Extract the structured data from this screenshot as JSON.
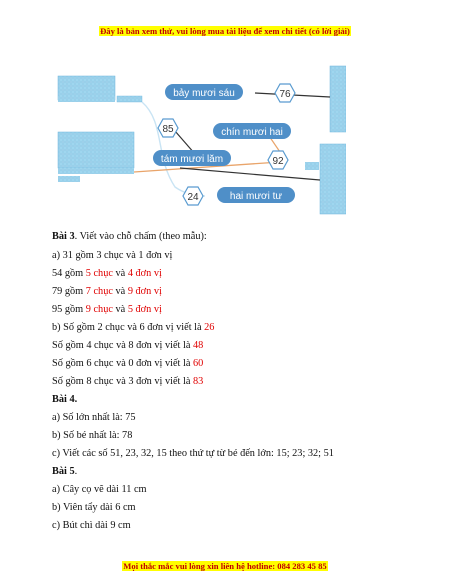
{
  "banners": {
    "top": "Đây là bản xem thử, vui lòng mua tài liệu để xem chi tiết (có lời giải)",
    "bottom": "Mọi thắc mắc vui lòng xin liên hệ hotline: 084 283 45 85"
  },
  "figure": {
    "words": [
      "bảy mươi sáu",
      "chín mươi hai",
      "tám mươi lăm",
      "hai mươi tư"
    ],
    "numbers": [
      "76",
      "85",
      "92",
      "24"
    ]
  },
  "bai3": {
    "title": "Bài 3",
    "instruction": ". Viết vào chỗ chấm (theo mẫu):",
    "a_example": "a) 31 gồm 3 chục và 1 đơn vị",
    "a_rows": [
      {
        "num": "54 gồm ",
        "tens": "5 chục",
        "and": " và ",
        "ones": "4 đơn vị"
      },
      {
        "num": "79 gồm ",
        "tens": "7 chục",
        "and": " và ",
        "ones": "9 đơn vị"
      },
      {
        "num": "95 gồm ",
        "tens": "9 chục",
        "and": " và ",
        "ones": "5 đơn vị"
      }
    ],
    "b_rows": [
      {
        "text": "b) Số gồm 2 chục và 6 đơn vị viết là ",
        "answer": "26"
      },
      {
        "text": "Số gồm 4 chục và 8 đơn vị viết là ",
        "answer": "48"
      },
      {
        "text": "Số gồm 6 chục và 0 đơn vị viết là ",
        "answer": "60"
      },
      {
        "text": "Số gồm 8 chục và 3 đơn vị viết là ",
        "answer": "83"
      }
    ]
  },
  "bai4": {
    "title": "Bài 4.",
    "lines": [
      "a) Số lớn nhất là: 75",
      "b) Số bé nhất là: 78",
      "c) Viết các số 51, 23, 32, 15 theo thứ tự từ bé đến lớn: 15; 23; 32; 51"
    ]
  },
  "bai5": {
    "title": "Bài 5",
    "title_suffix": ".",
    "lines": [
      "a) Cây cọ vẽ dài 11 cm",
      "b) Viên tẩy dài 6 cm",
      "c) Bút chì dài 9 cm"
    ]
  },
  "colors": {
    "answer": "#e00000",
    "banner_text": "#c00000",
    "banner_bg": "#ffff00",
    "cube": "#9fd6ef",
    "label_box": "#4f8fc8"
  }
}
